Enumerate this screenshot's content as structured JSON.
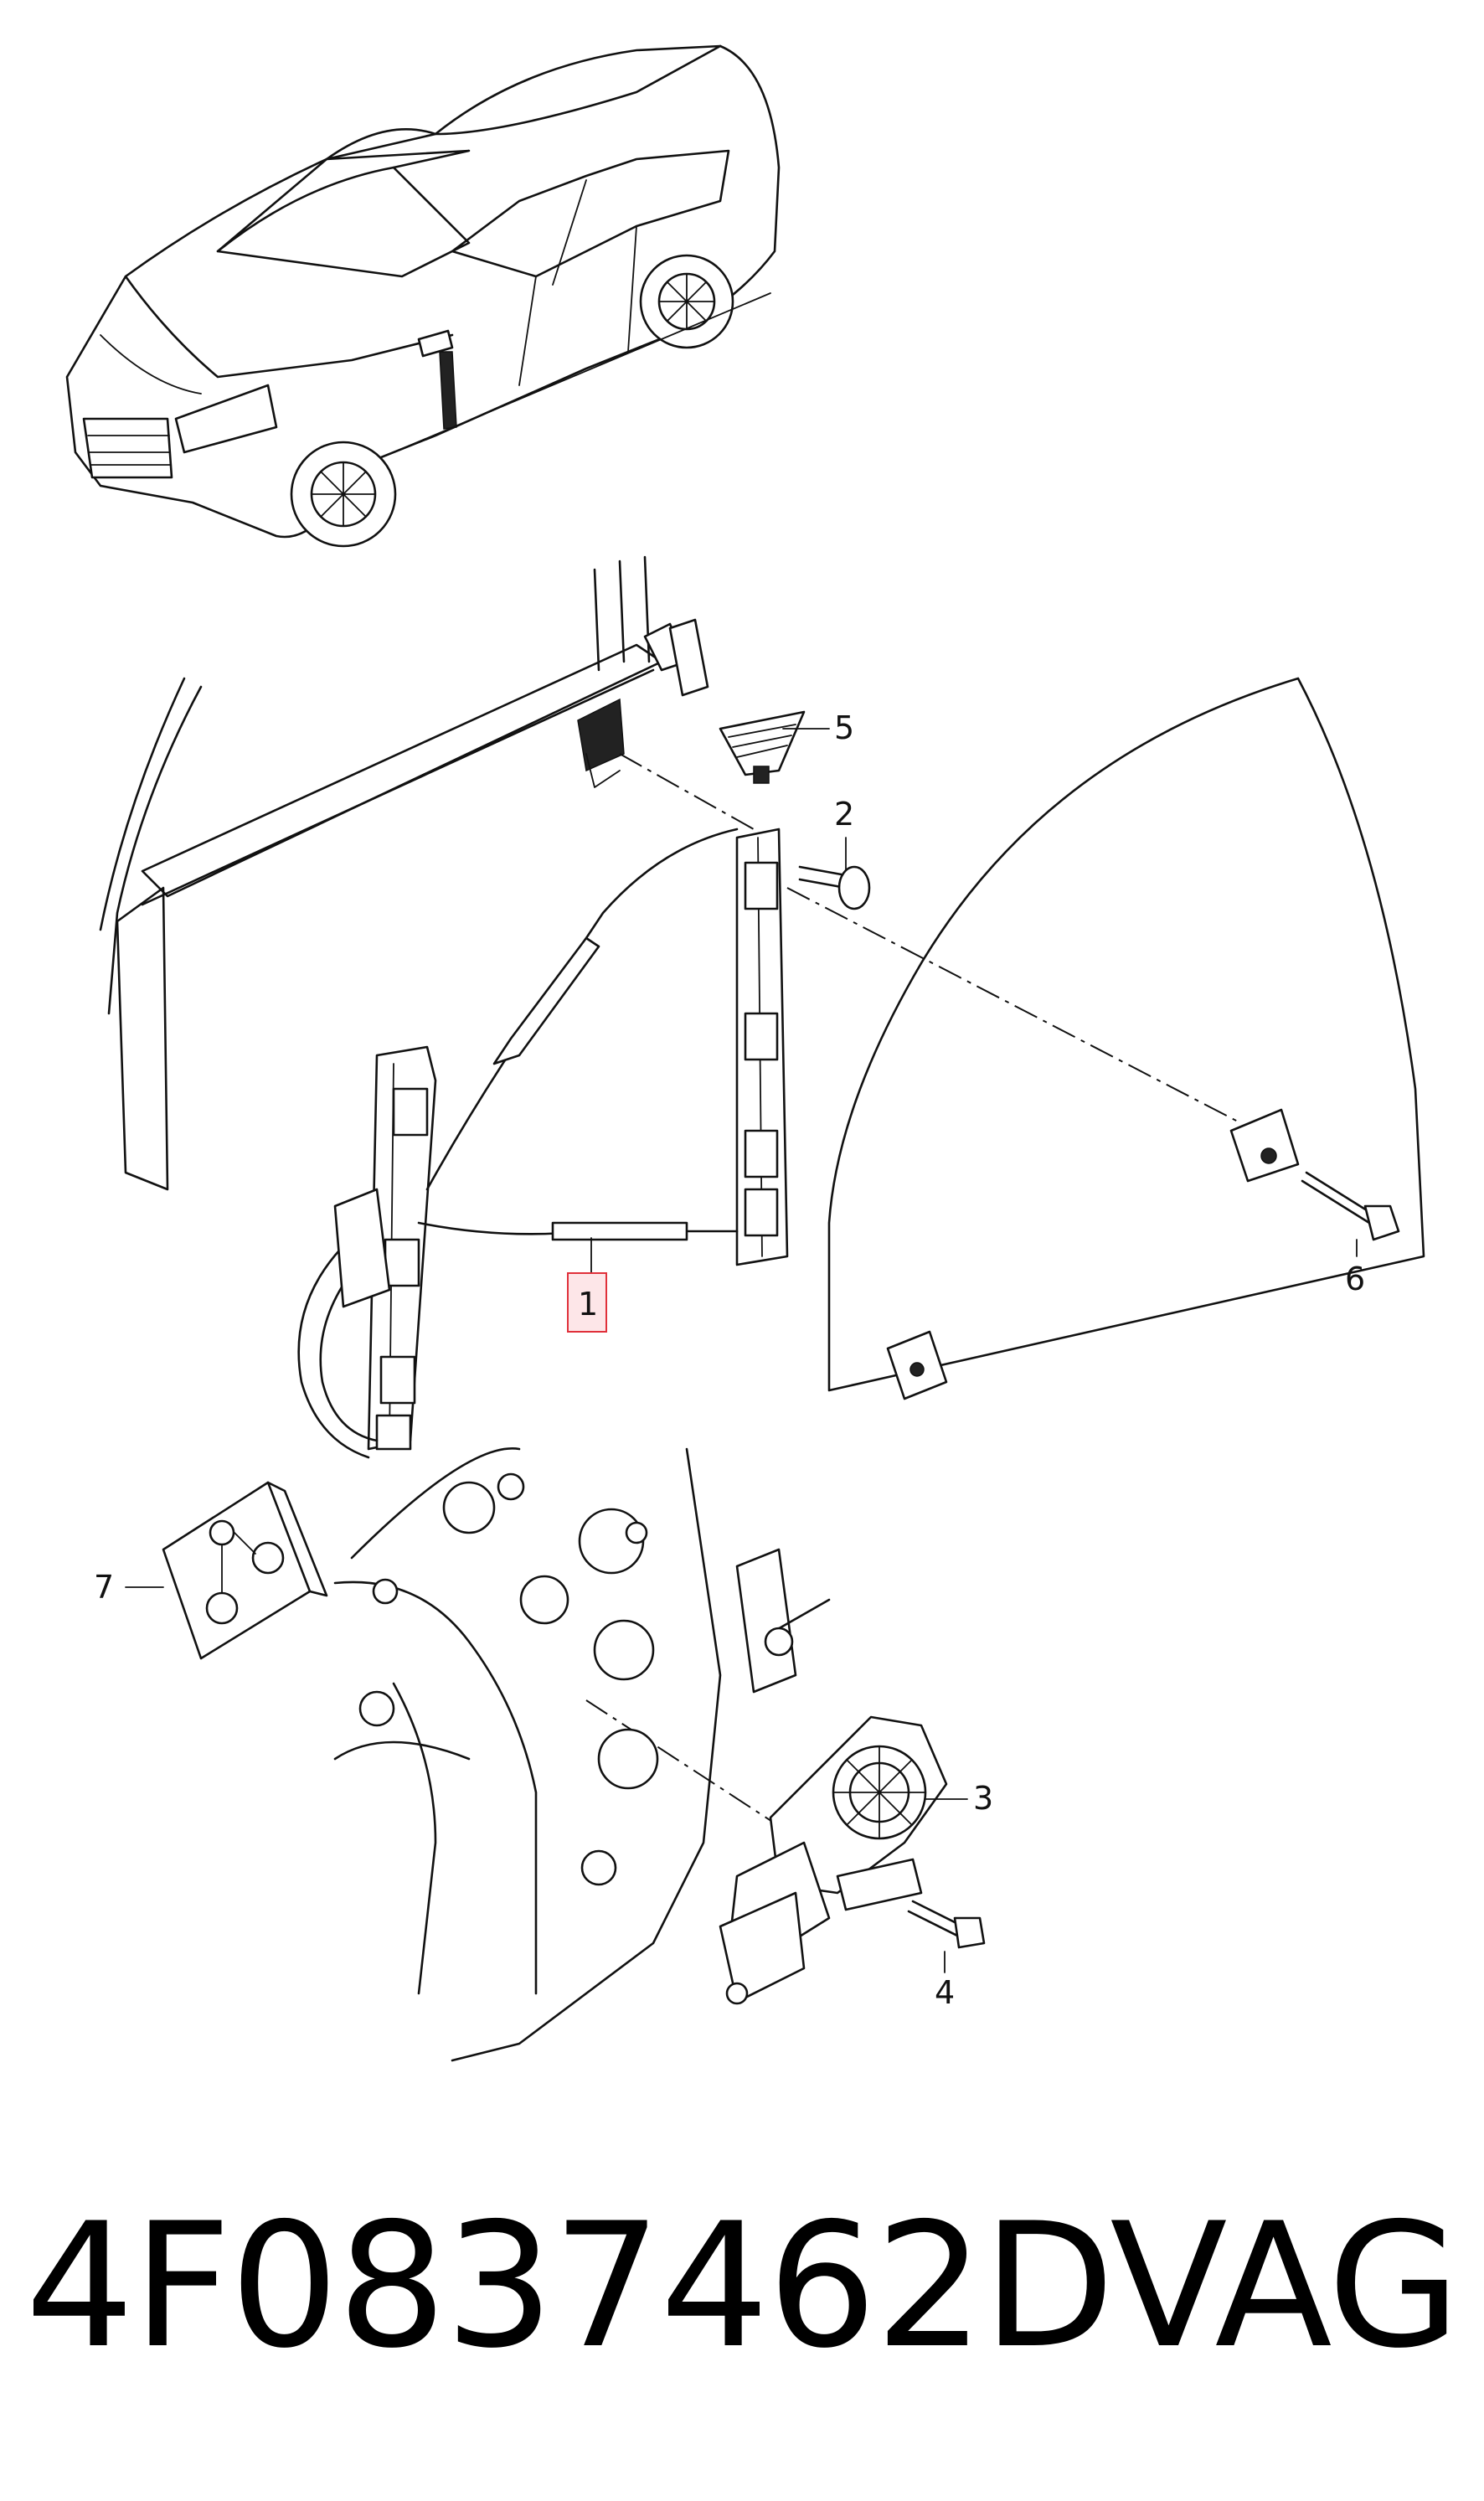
{
  "callouts": {
    "c1": "1",
    "c2": "2",
    "c3": "3",
    "c4": "4",
    "c5": "5",
    "c6": "6",
    "c7": "7"
  },
  "highlight_color": "#e0303a",
  "footer": {
    "part_number": "4F0837462D",
    "brand": "VAG"
  }
}
